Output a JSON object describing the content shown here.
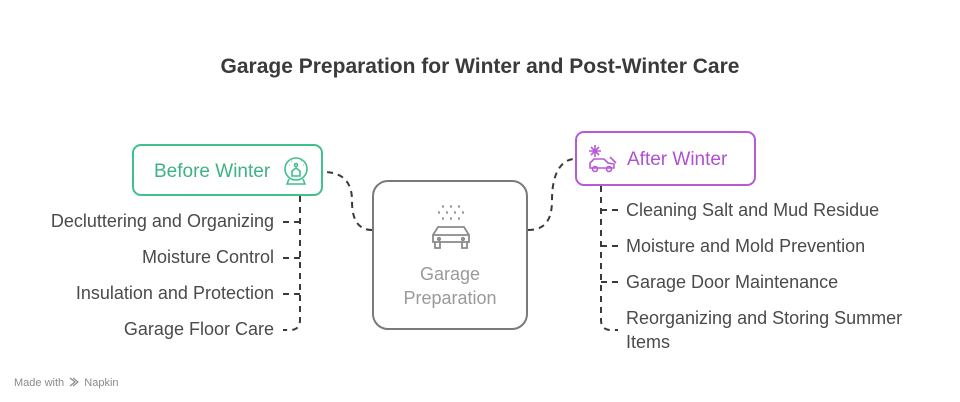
{
  "title": "Garage Preparation for Winter and Post-Winter Care",
  "center": {
    "label_line1": "Garage",
    "label_line2": "Preparation",
    "icon": "car-wash-icon"
  },
  "before": {
    "label": "Before Winter",
    "icon": "snow-globe-icon",
    "color": "#3fc08c",
    "items": [
      "Decluttering and Organizing",
      "Moisture Control",
      "Insulation and Protection",
      "Garage Floor Care"
    ]
  },
  "after": {
    "label": "After Winter",
    "icon": "snowflake-car-icon",
    "color": "#b85ad6",
    "items": [
      "Cleaning Salt and Mud Residue",
      "Moisture and Mold Prevention",
      "Garage Door Maintenance",
      "Reorganizing and Storing Summer Items"
    ]
  },
  "footer": {
    "made_with": "Made with",
    "brand": "Napkin"
  }
}
